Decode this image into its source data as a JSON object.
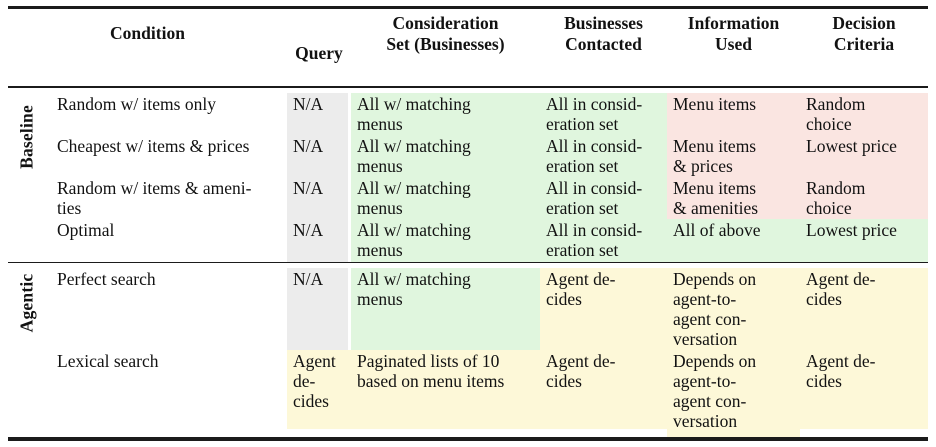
{
  "colors": {
    "gray": "#ececec",
    "green": "#e0f6de",
    "pink": "#fae5e1",
    "yellow": "#fdf8d8",
    "rule": "#1b1b1b"
  },
  "table": {
    "headers": {
      "condition": "Condition",
      "query": "Query",
      "consideration_set": "Consideration\nSet (Businesses)",
      "businesses_contacted": "Businesses\nContacted",
      "information_used": "Information\nUsed",
      "decision_criteria": "Decision\nCriteria"
    },
    "groups": [
      {
        "label": "Baseline",
        "rows": [
          {
            "condition": "Random w/ items only",
            "query": "N/A",
            "consideration": "All w/ matching\nmenus",
            "contacted": "All in consid-\neration set",
            "info": "Menu items",
            "decision": "Random\nchoice"
          },
          {
            "condition": "Cheapest w/ items & prices",
            "query": "N/A",
            "consideration": "All w/ matching\nmenus",
            "contacted": "All in consid-\neration set",
            "info": "Menu items\n& prices",
            "decision": "Lowest price"
          },
          {
            "condition": "Random w/ items & ameni-\nties",
            "query": "N/A",
            "consideration": "All w/ matching\nmenus",
            "contacted": "All in consid-\neration set",
            "info": "Menu items\n& amenities",
            "decision": "Random\nchoice"
          },
          {
            "condition": "Optimal",
            "query": "N/A",
            "consideration": "All w/ matching\nmenus",
            "contacted": "All in consid-\neration set",
            "info": "All of above",
            "decision": "Lowest price"
          }
        ]
      },
      {
        "label": "Agentic",
        "rows": [
          {
            "condition": "Perfect search",
            "query": "N/A",
            "consideration": "All w/ matching\nmenus",
            "contacted": "Agent de-\ncides",
            "info": "Depends on\nagent-to-\nagent con-\nversation",
            "decision": "Agent de-\ncides"
          },
          {
            "condition": "Lexical search",
            "query": "Agent\nde-\ncides",
            "consideration": "Paginated lists of 10\nbased on menu items",
            "contacted": "Agent de-\ncides",
            "info": "Depends on\nagent-to-\nagent con-\nversation",
            "decision": "Agent de-\ncides"
          }
        ]
      }
    ]
  }
}
